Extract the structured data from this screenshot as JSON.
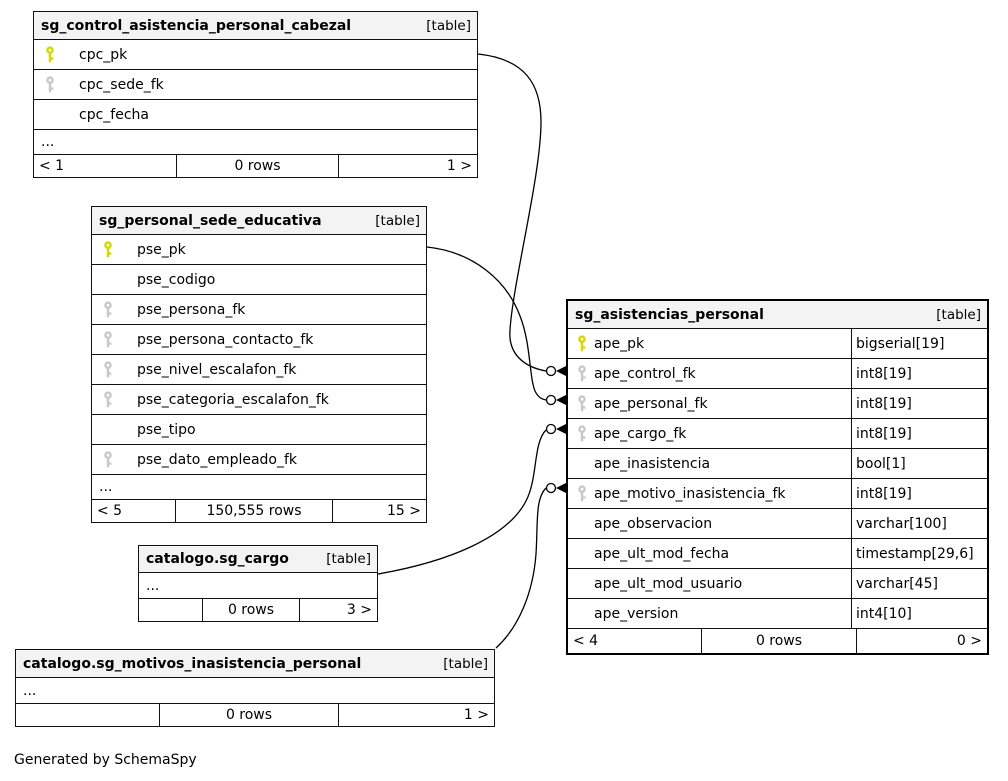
{
  "diagram": {
    "generated_by": "Generated by SchemaSpy",
    "colors": {
      "primary_key": "#d6d600",
      "foreign_key": "#c8c8c8",
      "header_bg": "#f3f3f3",
      "border": "#000000"
    }
  },
  "tables": [
    {
      "name": "sg_control_asistencia_personal_cabezal",
      "badge": "[table]",
      "ellipsis": "...",
      "columns": [
        {
          "name": "cpc_pk",
          "key": "pk"
        },
        {
          "name": "cpc_sede_fk",
          "key": "fk"
        },
        {
          "name": "cpc_fecha",
          "key": ""
        }
      ],
      "footer": {
        "left": "< 1",
        "center": "0 rows",
        "right": "1 >"
      }
    },
    {
      "name": "sg_personal_sede_educativa",
      "badge": "[table]",
      "ellipsis": "...",
      "columns": [
        {
          "name": "pse_pk",
          "key": "pk"
        },
        {
          "name": "pse_codigo",
          "key": ""
        },
        {
          "name": "pse_persona_fk",
          "key": "fk"
        },
        {
          "name": "pse_persona_contacto_fk",
          "key": "fk"
        },
        {
          "name": "pse_nivel_escalafon_fk",
          "key": "fk"
        },
        {
          "name": "pse_categoria_escalafon_fk",
          "key": "fk"
        },
        {
          "name": "pse_tipo",
          "key": ""
        },
        {
          "name": "pse_dato_empleado_fk",
          "key": "fk"
        }
      ],
      "footer": {
        "left": "< 5",
        "center": "150,555 rows",
        "right": "15 >"
      }
    },
    {
      "name": "sg_asistencias_personal",
      "badge": "[table]",
      "columns": [
        {
          "name": "ape_pk",
          "type": "bigserial[19]",
          "key": "pk"
        },
        {
          "name": "ape_control_fk",
          "type": "int8[19]",
          "key": "fk"
        },
        {
          "name": "ape_personal_fk",
          "type": "int8[19]",
          "key": "fk"
        },
        {
          "name": "ape_cargo_fk",
          "type": "int8[19]",
          "key": "fk"
        },
        {
          "name": "ape_inasistencia",
          "type": "bool[1]",
          "key": ""
        },
        {
          "name": "ape_motivo_inasistencia_fk",
          "type": "int8[19]",
          "key": "fk"
        },
        {
          "name": "ape_observacion",
          "type": "varchar[100]",
          "key": ""
        },
        {
          "name": "ape_ult_mod_fecha",
          "type": "timestamp[29,6]",
          "key": ""
        },
        {
          "name": "ape_ult_mod_usuario",
          "type": "varchar[45]",
          "key": ""
        },
        {
          "name": "ape_version",
          "type": "int4[10]",
          "key": ""
        }
      ],
      "footer": {
        "left": "< 4",
        "center": "0 rows",
        "right": "0 >"
      }
    },
    {
      "name": "catalogo.sg_cargo",
      "badge": "[table]",
      "ellipsis": "...",
      "footer": {
        "left": "",
        "center": "0 rows",
        "right": "3 >"
      }
    },
    {
      "name": "catalogo.sg_motivos_inasistencia_personal",
      "badge": "[table]",
      "ellipsis": "...",
      "footer": {
        "left": "",
        "center": "0 rows",
        "right": "1 >"
      }
    }
  ],
  "relationships": [
    {
      "from_table": "sg_control_asistencia_personal_cabezal",
      "from_column": "cpc_pk",
      "to_table": "sg_asistencias_personal",
      "to_column": "ape_control_fk"
    },
    {
      "from_table": "sg_personal_sede_educativa",
      "from_column": "pse_pk",
      "to_table": "sg_asistencias_personal",
      "to_column": "ape_personal_fk"
    },
    {
      "from_table": "catalogo.sg_cargo",
      "to_table": "sg_asistencias_personal",
      "to_column": "ape_cargo_fk"
    },
    {
      "from_table": "catalogo.sg_motivos_inasistencia_personal",
      "to_table": "sg_asistencias_personal",
      "to_column": "ape_motivo_inasistencia_fk"
    }
  ]
}
